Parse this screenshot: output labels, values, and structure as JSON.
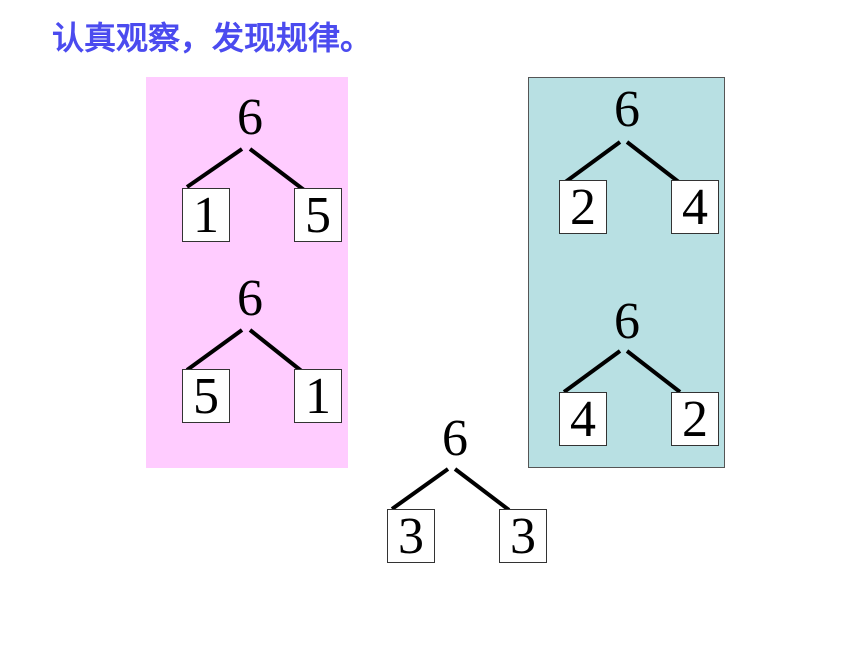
{
  "title": "认真观察，发现规律。",
  "colors": {
    "title": "#4b4bef",
    "panel_left": "#ffccff",
    "panel_right": "#b8e0e3"
  },
  "trees": [
    {
      "total": "6",
      "left": "1",
      "right": "5"
    },
    {
      "total": "6",
      "left": "5",
      "right": "1"
    },
    {
      "total": "6",
      "left": "2",
      "right": "4"
    },
    {
      "total": "6",
      "left": "4",
      "right": "2"
    },
    {
      "total": "6",
      "left": "3",
      "right": "3"
    }
  ]
}
